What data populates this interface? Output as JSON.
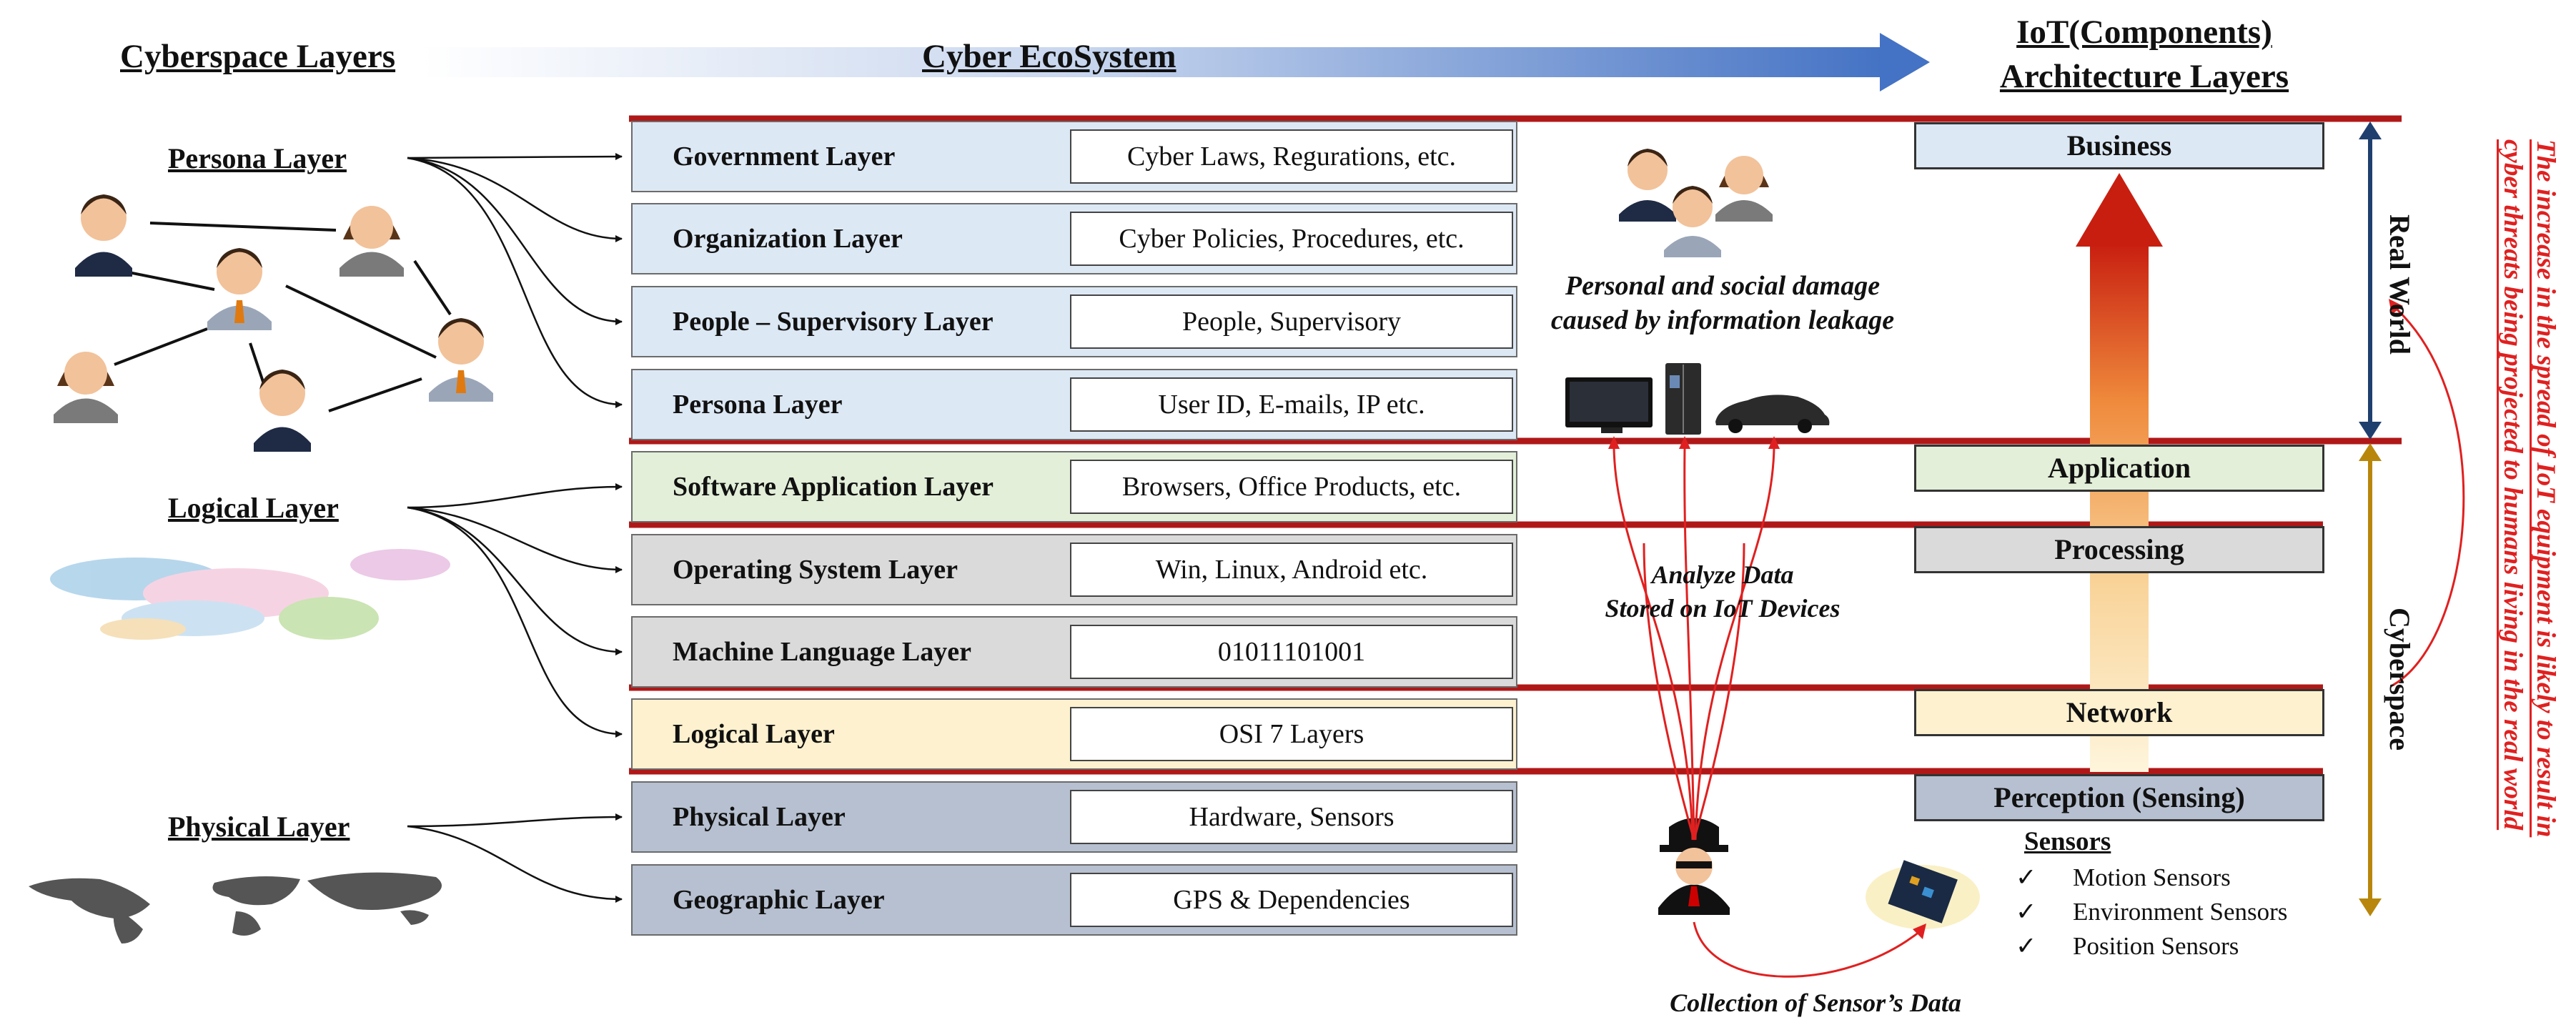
{
  "header": {
    "left": "Cyberspace Layers",
    "center": "Cyber EcoSystem",
    "right_line1": "IoT(Components)",
    "right_line2": "Architecture Layers"
  },
  "left": {
    "persona": "Persona Layer",
    "logical": "Logical Layer",
    "physical": "Physical Layer"
  },
  "rows": [
    {
      "name": "Government Layer",
      "desc": "Cyber Laws, Regurations, etc.",
      "color": "#dde8f5"
    },
    {
      "name": "Organization Layer",
      "desc": "Cyber Policies, Procedures, etc.",
      "color": "#dde8f5"
    },
    {
      "name": "People – Supervisory Layer",
      "desc": "People, Supervisory",
      "color": "#dde8f5"
    },
    {
      "name": "Persona Layer",
      "desc": "User ID, E-mails, IP etc.",
      "color": "#dde8f5"
    },
    {
      "name": "Software Application Layer",
      "desc": "Browsers, Office Products, etc.",
      "color": "#e3efd9"
    },
    {
      "name": "Operating System Layer",
      "desc": "Win, Linux, Android etc.",
      "color": "#dadada"
    },
    {
      "name": "Machine Language Layer",
      "desc": "01011101001",
      "color": "#dadada"
    },
    {
      "name": "Logical Layer",
      "desc": "OSI 7 Layers",
      "color": "#fdf1cf"
    },
    {
      "name": "Physical Layer",
      "desc": "Hardware, Sensors",
      "color": "#b6c0d0"
    },
    {
      "name": "Geographic Layer",
      "desc": "GPS & Dependencies",
      "color": "#b6c0d0"
    }
  ],
  "middle": {
    "damage_line1": "Personal and social damage",
    "damage_line2": "caused by information leakage",
    "analyze_line1": "Analyze Data",
    "analyze_line2": "Stored on IoT Devices",
    "collection": "Collection of Sensor’s Data"
  },
  "iot_layers": [
    {
      "label": "Business",
      "color": "#dde8f5"
    },
    {
      "label": "Application",
      "color": "#e3efd9"
    },
    {
      "label": "Processing",
      "color": "#dadada"
    },
    {
      "label": "Network",
      "color": "#fdf1cf"
    },
    {
      "label": "Perception (Sensing)",
      "color": "#b6c0d0"
    }
  ],
  "sensors": {
    "title": "Sensors",
    "check": "✓",
    "items": [
      "Motion Sensors",
      "Environment Sensors",
      "Position Sensors"
    ]
  },
  "side": {
    "real_world": "Real World",
    "cyberspace": "Cyberspace",
    "note_line1": "The increase in the spread of IoT equipment is likely to result in",
    "note_line2": "cyber threats being projected to humans living in the real world"
  },
  "colors": {
    "red_line": "#b01818",
    "header_arrow": "#4472c4",
    "annotation": "#e02020",
    "real_world_arrow": "#1f3f6e",
    "cyberspace_arrow": "#b8860b"
  }
}
